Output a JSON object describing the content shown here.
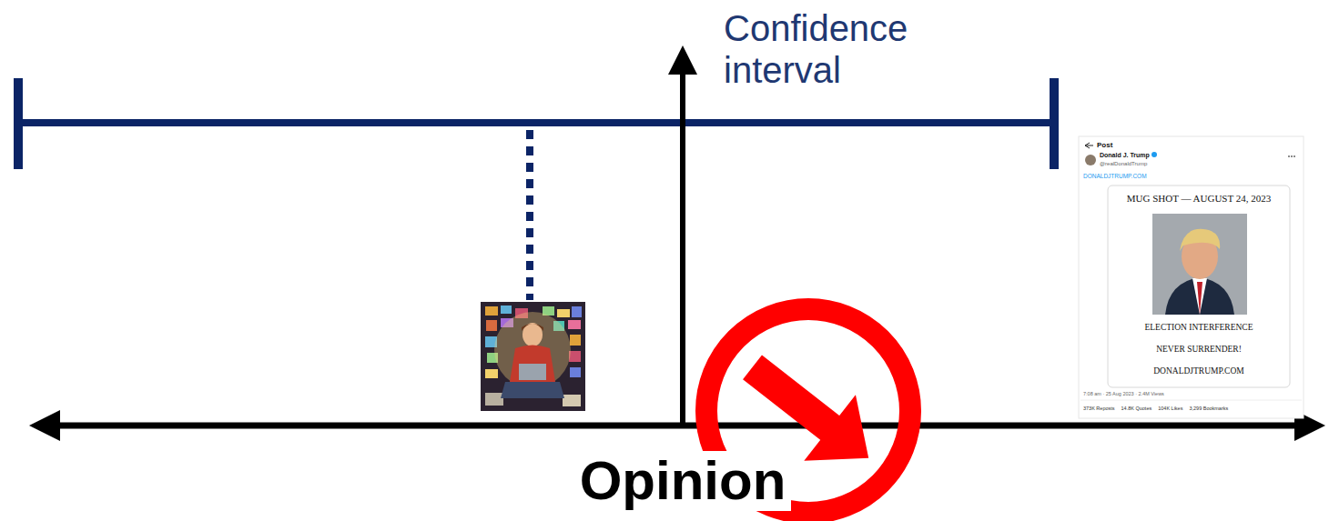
{
  "diagram": {
    "labels": [
      "Confidence interval",
      "Opinion",
      "Post",
      "Donald J. Trump",
      "@realDonaldTrump",
      "DONALDJTRUMP.COM",
      "MUG SHOT — AUGUST 24, 2023",
      "ELECTION INTERFERENCE",
      "NEVER SURRENDER!",
      "DONALDJTRUMP.COM",
      "7:08 am · 25 Aug 2023 · 2.4M Views",
      "373K Reposts",
      "14.8K Quotes",
      "104K Likes",
      "3,299 Bookmarks"
    ]
  }
}
